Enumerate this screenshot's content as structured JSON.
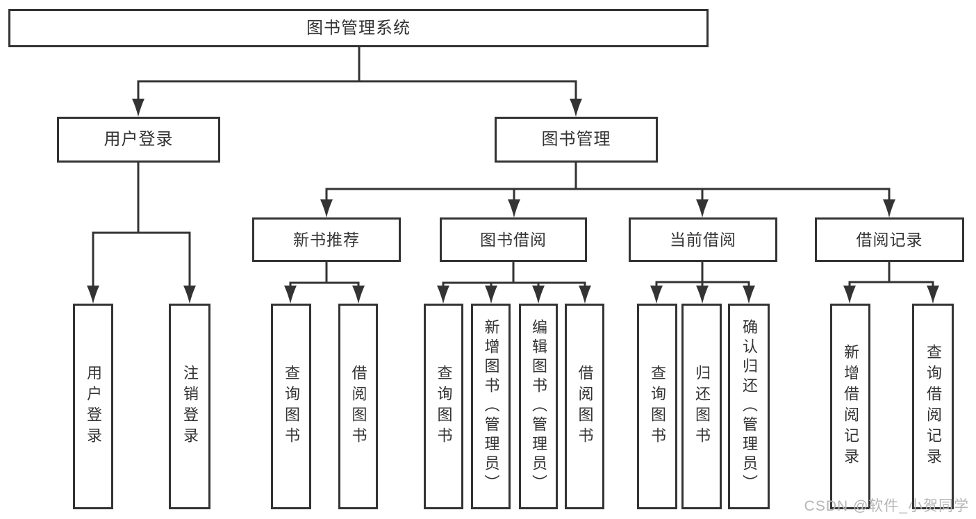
{
  "diagram": {
    "root": {
      "label": "图书管理系统"
    },
    "level2": [
      {
        "label": "用户登录",
        "leaves": [
          {
            "label": "用户登录"
          },
          {
            "label": "注销登录"
          }
        ]
      },
      {
        "label": "图书管理",
        "level3": [
          {
            "label": "新书推荐",
            "leaves": [
              {
                "label": "查询图书"
              },
              {
                "label": "借阅图书"
              }
            ]
          },
          {
            "label": "图书借阅",
            "leaves": [
              {
                "label": "查询图书"
              },
              {
                "label": "新增图书（管理员）"
              },
              {
                "label": "编辑图书（管理员）"
              },
              {
                "label": "借阅图书"
              }
            ]
          },
          {
            "label": "当前借阅",
            "leaves": [
              {
                "label": "查询图书"
              },
              {
                "label": "归还图书"
              },
              {
                "label": "确认归还（管理员）"
              }
            ]
          },
          {
            "label": "借阅记录",
            "leaves": [
              {
                "label": "新增借阅记录"
              },
              {
                "label": "查询借阅记录"
              }
            ]
          }
        ]
      }
    ]
  },
  "watermark": {
    "text": "CSDN @软件_小贺同学"
  },
  "colors": {
    "line": "#333333",
    "text": "#333333",
    "box_background": "#ffffff",
    "watermark_text": "#b6b6b6",
    "background": "#ffffff"
  }
}
